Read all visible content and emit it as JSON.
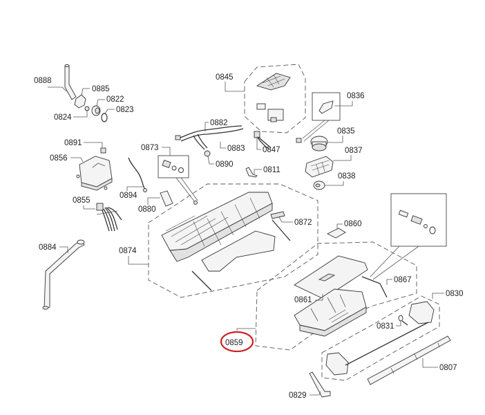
{
  "diagram": {
    "type": "exploded-parts-diagram",
    "highlight_color": "#cc2222",
    "highlighted_part": "0859",
    "labels": {
      "p0888": "0888",
      "p0885": "0885",
      "p0822": "0822",
      "p0823": "0823",
      "p0824": "0824",
      "p0891": "0891",
      "p0856": "0856",
      "p0873": "0873",
      "p0894": "0894",
      "p0880": "0880",
      "p0855": "0855",
      "p0884": "0884",
      "p0874": "0874",
      "p0882": "0882",
      "p0883": "0883",
      "p0890": "0890",
      "p0845": "0845",
      "p0847": "0847",
      "p0811": "0811",
      "p0836": "0836",
      "p0835": "0835",
      "p0837": "0837",
      "p0838": "0838",
      "p0872": "0872",
      "p0860": "0860",
      "p0861": "0861",
      "p0867": "0867",
      "p0830": "0830",
      "p0831": "0831",
      "p0859": "0859",
      "p0807": "0807",
      "p0829": "0829"
    }
  }
}
